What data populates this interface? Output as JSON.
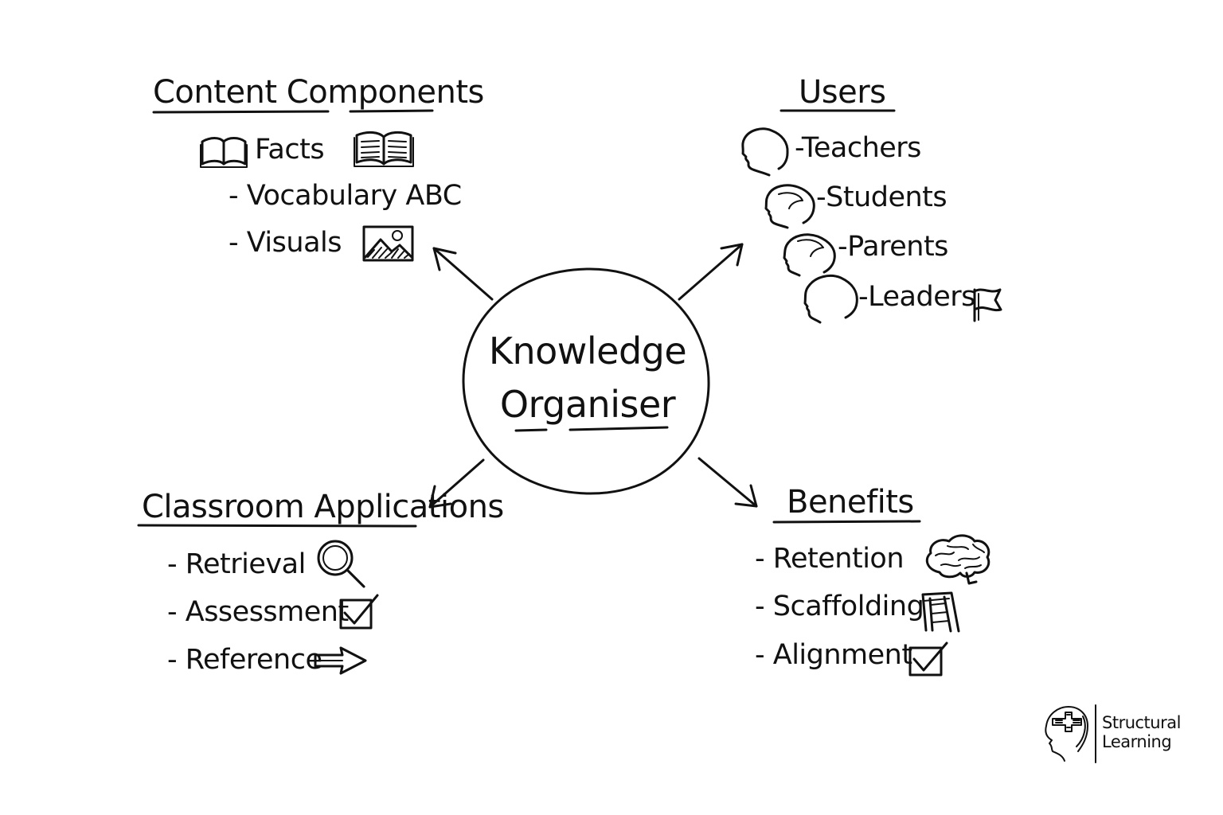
{
  "center": {
    "line1": "Knowledge",
    "line2": "Organiser"
  },
  "content_components": {
    "heading": "Content Components",
    "items": [
      "Facts",
      "- Vocabulary ABC",
      "- Visuals"
    ]
  },
  "users": {
    "heading": "Users",
    "items": [
      "-Teachers",
      "-Students",
      "-Parents",
      "-Leaders"
    ]
  },
  "classroom_applications": {
    "heading": "Classroom Applications",
    "items": [
      "- Retrieval",
      "- Assessment",
      "- Reference"
    ]
  },
  "benefits": {
    "heading": "Benefits",
    "items": [
      "- Retention",
      "- Scaffolding",
      "- Alignment"
    ]
  },
  "logo": {
    "line1": "Structural",
    "line2": "Learning"
  },
  "icons": {
    "facts": [
      "book-outline-icon",
      "open-book-icon"
    ],
    "visuals": "image-icon",
    "users": [
      "head-profile-icon"
    ],
    "leaders": "flag-icon",
    "retrieval": "magnifier-icon",
    "assessment": "checkbox-icon",
    "reference": "arrow-right-icon",
    "retention": "brain-icon",
    "scaffolding": "ladder-icon",
    "alignment": "checkbox-icon"
  }
}
